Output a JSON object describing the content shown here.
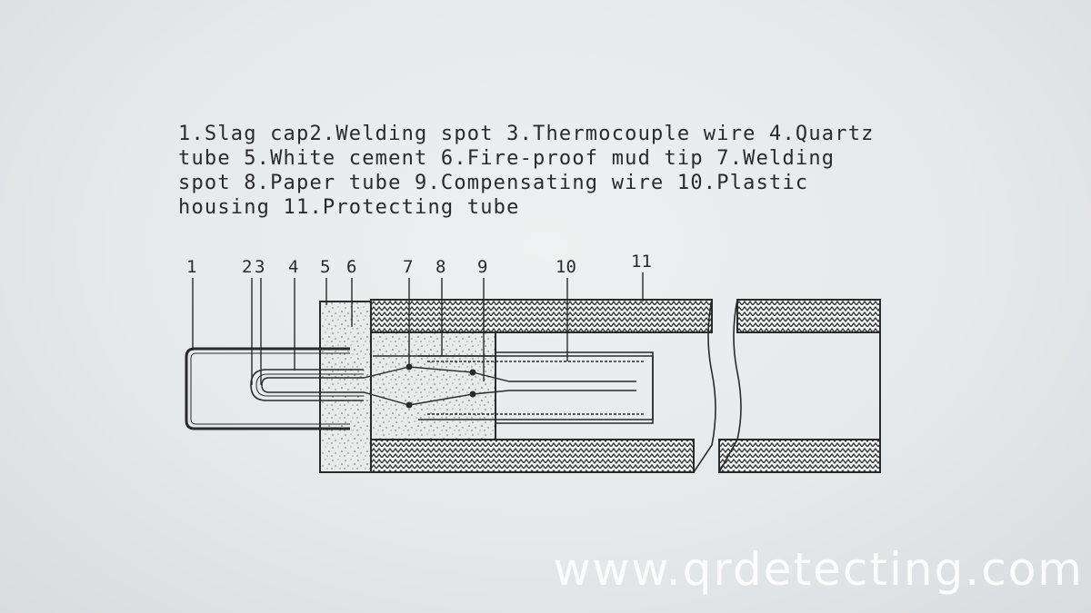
{
  "legend": {
    "lines": [
      "1.Slag cap2.Welding spot 3.Thermocouple wire 4.Quartz",
      "tube 5.White cement 6.Fire-proof mud tip 7.Welding",
      "spot 8.Paper tube 9.Compensating wire 10.Plastic",
      "housing 11.Protecting tube"
    ]
  },
  "callouts": [
    "1",
    "2",
    "3",
    "4",
    "5",
    "6",
    "7",
    "8",
    "9",
    "10",
    "11"
  ],
  "watermark": "www.qrdetecting.com",
  "colors": {
    "ink": "#2a2a2a",
    "paper": "#e8ebec"
  }
}
